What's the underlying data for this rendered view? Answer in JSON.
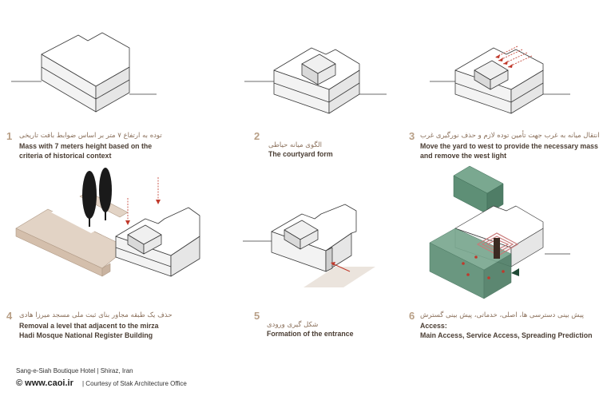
{
  "steps": [
    {
      "num": "1",
      "fa": "توده به ارتفاع ۷ متر بر اساس ضوابط بافت تاریخی",
      "en": "Mass with 7 meters height based on the\ncriteria of historical context"
    },
    {
      "num": "2",
      "fa": "الگوی میانه حیاطی",
      "en": "The courtyard form"
    },
    {
      "num": "3",
      "fa": "انتقال میانه به غرب جهت تأمین توده لازم و حذف نورگیری غرب",
      "en": "Move the yard to west to provide the necessary mass\nand remove the west light"
    },
    {
      "num": "4",
      "fa": "حذف یک طبقه مجاور بنای ثبت ملی مسجد میرزا هادی",
      "en": "Removal a level that adjacent to the mirza\nHadi Mosque National Register Building"
    },
    {
      "num": "5",
      "fa": "شکل گیری ورودی",
      "en": "Formation of the entrance"
    },
    {
      "num": "6",
      "fa": "پیش بینی دسترسی ها، اصلی، خدماتی، پیش بینی گسترش",
      "en": "Access:\nMain Access, Service Access, Spreading Prediction"
    }
  ],
  "footer": {
    "project": "Sang-e-Siah Boutique Hotel  |  Shiraz, Iran",
    "site": "© www.caoi.ir",
    "credit": "|   Courtesy of Stak Architecture Office"
  },
  "colors": {
    "outline": "#3a3a3a",
    "arrow": "#c0392b",
    "tan": "#d8c5b4",
    "green": "#5e8f76",
    "label_num": "#b89f86"
  }
}
